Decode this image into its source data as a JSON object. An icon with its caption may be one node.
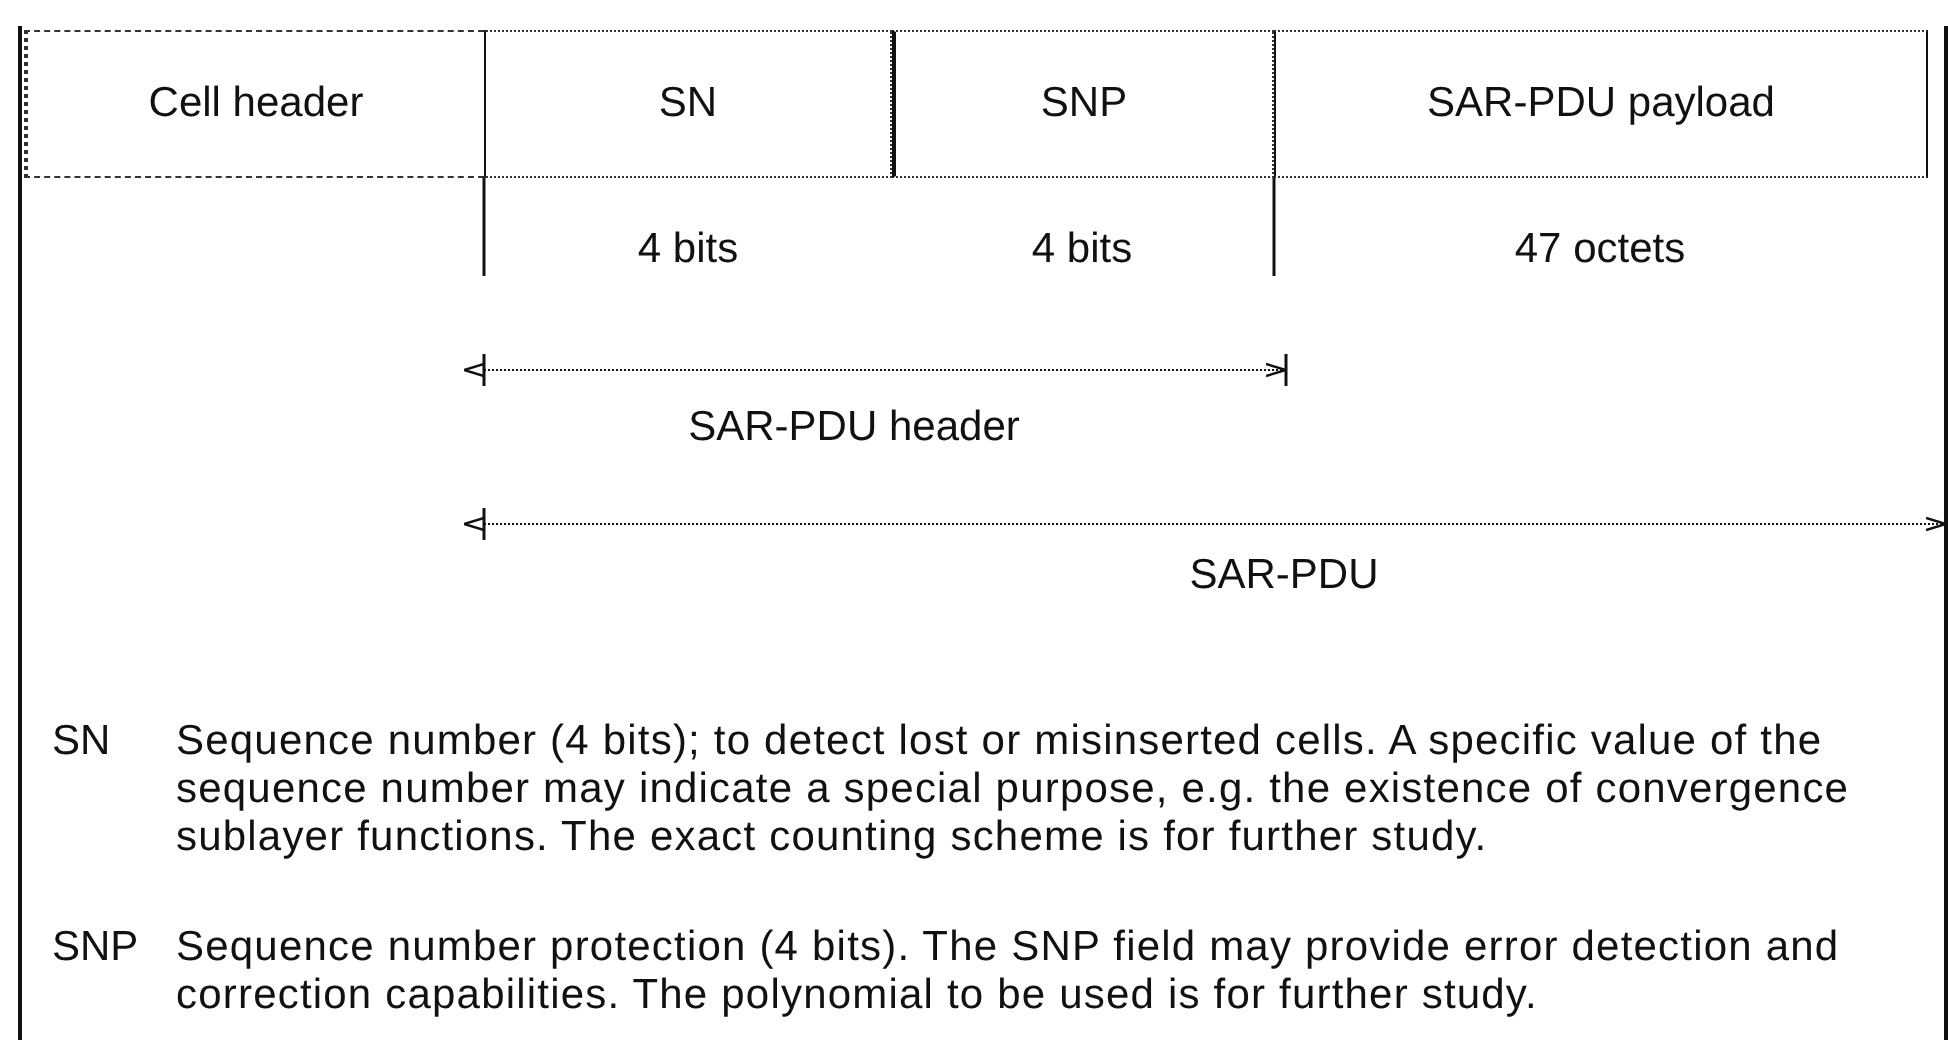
{
  "diagram": {
    "nodes": [
      {
        "text": [
          "Cell header"
        ]
      },
      {
        "text": [
          "SN"
        ]
      },
      {
        "text": [
          "SNP"
        ]
      },
      {
        "text": [
          "SAR-PDU payload"
        ]
      }
    ],
    "labels": [
      "4 bits",
      "4 bits",
      "47 octets",
      "SAR-PDU header",
      "SAR-PDU",
      "SN",
      "Sequence number (4 bits); to detect lost or misinserted cells. A specific value of the sequence number may indicate a special purpose, e.g. the existence of convergence sublayer functions. The exact counting scheme is for further study.",
      "SNP",
      "Sequence number protection (4 bits). The SNP field may provide error detection and correction capabilities. The polynomial to be used is for further study."
    ]
  }
}
